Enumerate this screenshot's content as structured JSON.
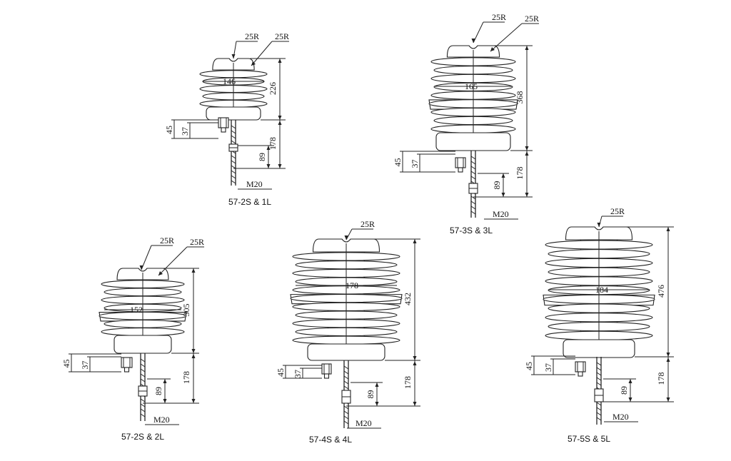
{
  "insulators": [
    {
      "caption": "57-2S & 1L",
      "radius_top": "25R",
      "radius_side": "25R",
      "diameter": "146",
      "height": "226",
      "base_height": "178",
      "stud_length": "89",
      "clamp_outer": "45",
      "clamp_inner": "37",
      "thread": "M20"
    },
    {
      "caption": "57-3S & 3L",
      "radius_top": "25R",
      "radius_side": "25R",
      "diameter": "165",
      "height": "368",
      "base_height": "178",
      "stud_length": "89",
      "clamp_outer": "45",
      "clamp_inner": "37",
      "thread": "M20"
    },
    {
      "caption": "57-2S & 2L",
      "radius_top": "25R",
      "radius_side": "25R",
      "diameter": "152",
      "height": "305",
      "base_height": "178",
      "stud_length": "89",
      "clamp_outer": "45",
      "clamp_inner": "37",
      "thread": "M20"
    },
    {
      "caption": "57-4S & 4L",
      "radius_top": "25R",
      "diameter": "178",
      "height": "432",
      "base_height": "178",
      "stud_length": "89",
      "clamp_outer": "45",
      "clamp_inner": "37",
      "thread": "M20"
    },
    {
      "caption": "57-5S & 5L",
      "radius_top": "25R",
      "diameter": "184",
      "height": "476",
      "base_height": "178",
      "stud_length": "89",
      "clamp_outer": "45",
      "clamp_inner": "37",
      "thread": "M20"
    }
  ]
}
